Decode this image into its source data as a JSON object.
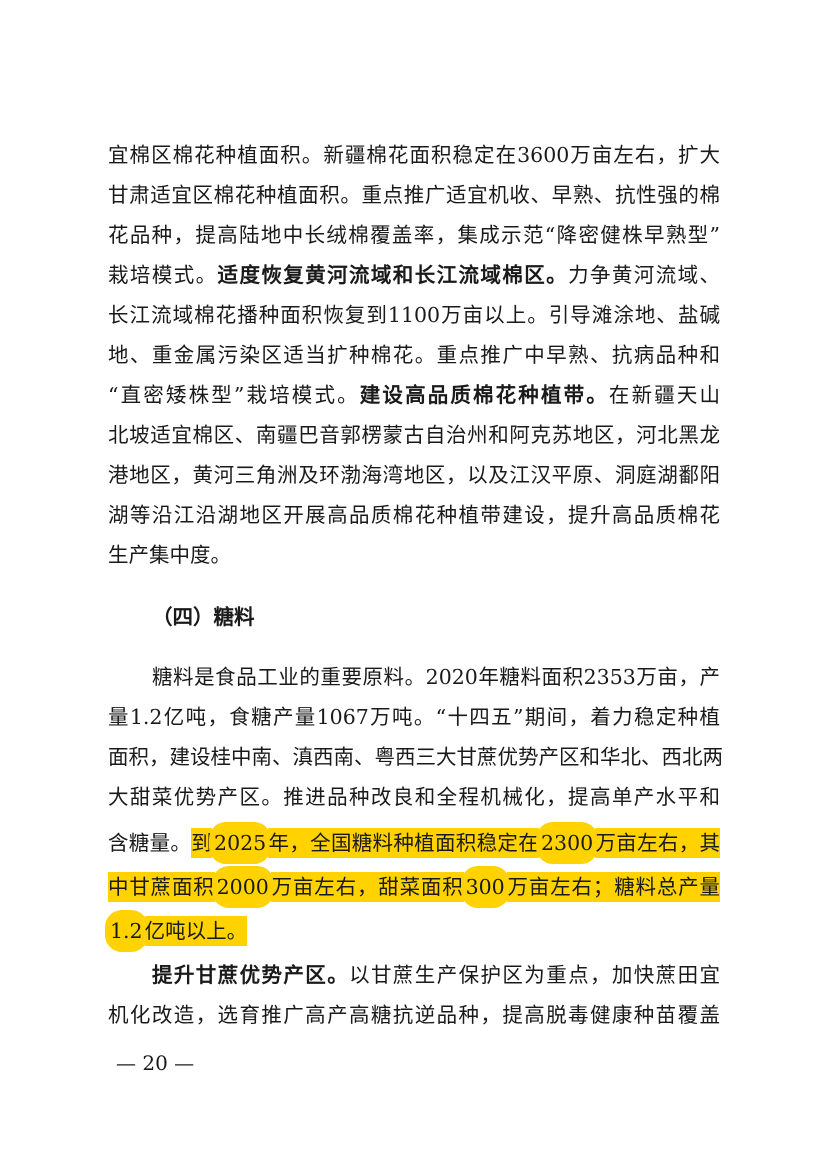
{
  "document": {
    "lines": [
      "宜棉区棉花种植面积。新疆棉花面积稳定在3600万亩左右，扩大",
      "甘肃适宜区棉花种植面积。重点推广适宜机收、早熟、抗性强的棉",
      "花品种，提高陆地中长绒棉覆盖率，集成示范“降密健株早熟型”",
      "栽培模式。",
      "适度恢复黄河流域和长江流域棉区。",
      "力争黄河流域、",
      "长江流域棉花播种面积恢复到1100万亩以上。引导滩涂地、盐碱",
      "地、重金属污染区适当扩种棉花。重点推广中早熟、抗病品种和",
      "“直密矮株型”栽培模式。",
      "建设高品质棉花种植带。",
      "在新疆天山",
      "北坡适宜棉区、南疆巴音郭楞蒙古自治州和阿克苏地区，河北黑龙",
      "港地区，黄河三角洲及环渤海湾地区，以及江汉平原、洞庭湖鄱阳",
      "湖等沿江沿湖地区开展高品质棉花种植带建设，提升高品质棉花",
      "生产集中度。",
      "（四）糖料",
      "糖料是食品工业的重要原料。2020年糖料面积2353万亩，产",
      "量1.2亿吨，食糖产量1067万吨。“十四五”期间，着力稳定种植",
      "面积，建设桂中南、滇西南、粤西三大甘蔗优势产区和华北、西北两",
      "大甜菜优势产区。推进品种改良和全程机械化，提高单产水平和",
      "含糖量。",
      "到",
      "2025",
      "年，全国糖料种植面积稳定在",
      "2300",
      "万亩左右，其",
      "中甘蔗面积",
      "2000",
      "万亩左右，甜菜面积",
      "300",
      "万亩左右；糖料总产量",
      "1.2",
      "亿吨以上。",
      "提升甘蔗优势产区。",
      "以甘蔗生产保护区为重点，加快蔗田宜",
      "机化改造，选育推广高产高糖抗逆品种，提高脱毒健康种苗覆盖"
    ],
    "page_number": "— 20 —"
  },
  "highlight_color": "#ffd200"
}
